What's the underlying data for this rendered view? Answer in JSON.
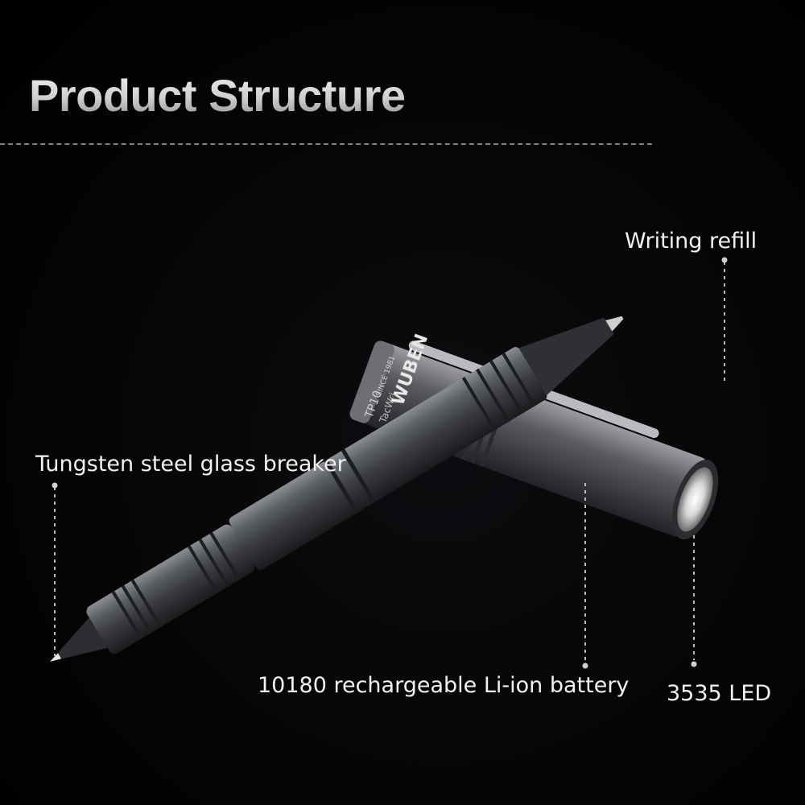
{
  "header": {
    "title": "Product Structure"
  },
  "callouts": {
    "writing_refill": "Writing refill",
    "glass_breaker": "Tungsten steel glass breaker",
    "battery": "10180 rechargeable Li-ion battery",
    "led": "3535 LED"
  },
  "product": {
    "brand": "WUBEN",
    "since": "SINCE 1981",
    "model": "TP10",
    "name_fragment": "TacWri"
  },
  "colors": {
    "background": "#000000",
    "text": "#f2f2f2",
    "pen_body": "#4a4d52",
    "leader_line": "#bdbdbd"
  }
}
